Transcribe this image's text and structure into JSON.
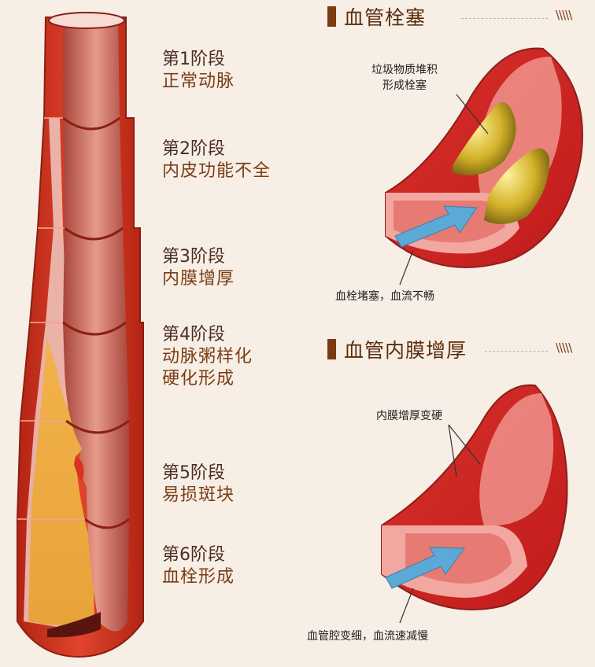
{
  "stages": [
    {
      "number": "第1阶段",
      "desc": "正常动脉"
    },
    {
      "number": "第2阶段",
      "desc": "内皮功能不全"
    },
    {
      "number": "第3阶段",
      "desc": "内膜增厚"
    },
    {
      "number": "第4阶段",
      "desc": "动脉粥样化",
      "desc2": "硬化形成"
    },
    {
      "number": "第5阶段",
      "desc": "易损斑块"
    },
    {
      "number": "第6阶段",
      "desc": "血栓形成"
    }
  ],
  "section1": {
    "title": "血管栓塞",
    "callout_top_line1": "垃圾物质堆积",
    "callout_top_line2": "形成栓塞",
    "callout_bottom": "血栓堵塞，血流不畅"
  },
  "section2": {
    "title": "血管内膜增厚",
    "callout_top": "内膜增厚变硬",
    "callout_bottom": "血管腔变细，血流速减慢"
  },
  "colors": {
    "background": "#f7eee5",
    "artery_wall": "#c8321f",
    "lumen": "#e0847a",
    "plaque": "#d4b22a",
    "arrow": "#5aa9d6",
    "title_bar": "#7b3a10"
  }
}
